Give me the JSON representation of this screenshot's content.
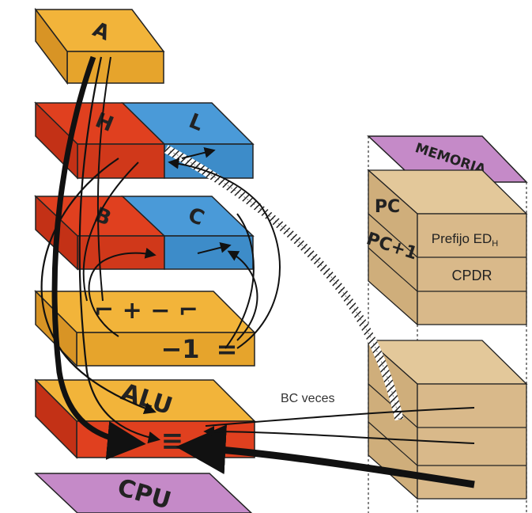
{
  "registers": {
    "a": "A",
    "h": "H",
    "l": "L",
    "b": "B",
    "c": "C",
    "decrement": "−1"
  },
  "alu": {
    "label": "ALU",
    "compare_symbol": "≡"
  },
  "cpu": {
    "label": "CPU"
  },
  "memoria": {
    "label": "MEMORIA",
    "pc": "PC",
    "pc_plus_1": "PC+1",
    "prefix": "Prefijo ED",
    "prefix_sub": "H",
    "opcode": "CPDR"
  },
  "annotation": {
    "bc_veces": "BC veces"
  },
  "colors": {
    "yellow": "#f2b43a",
    "red": "#e0401f",
    "blue": "#4a9ad8",
    "purple": "#c58ac8",
    "tan": "#d9b98a"
  }
}
